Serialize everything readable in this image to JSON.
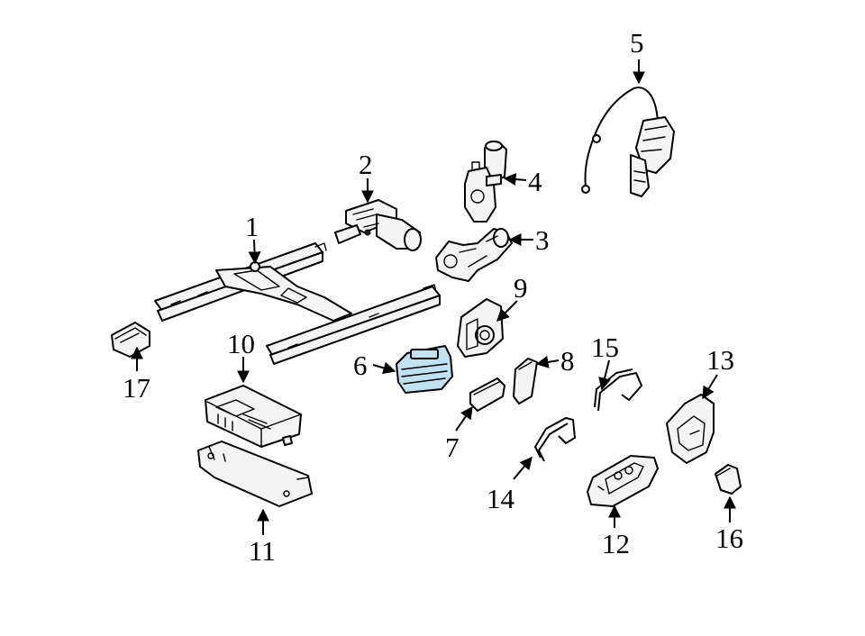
{
  "diagram": {
    "highlight_color": "#bfe3f2",
    "line_color": "#000000",
    "background": "#ffffff",
    "callouts": {
      "c1": "1",
      "c2": "2",
      "c3": "3",
      "c4": "4",
      "c5": "5",
      "c6": "6",
      "c7": "7",
      "c8": "8",
      "c9": "9",
      "c10": "10",
      "c11": "11",
      "c12": "12",
      "c13": "13",
      "c14": "14",
      "c15": "15",
      "c16": "16",
      "c17": "17"
    },
    "highlighted_part": "6"
  }
}
